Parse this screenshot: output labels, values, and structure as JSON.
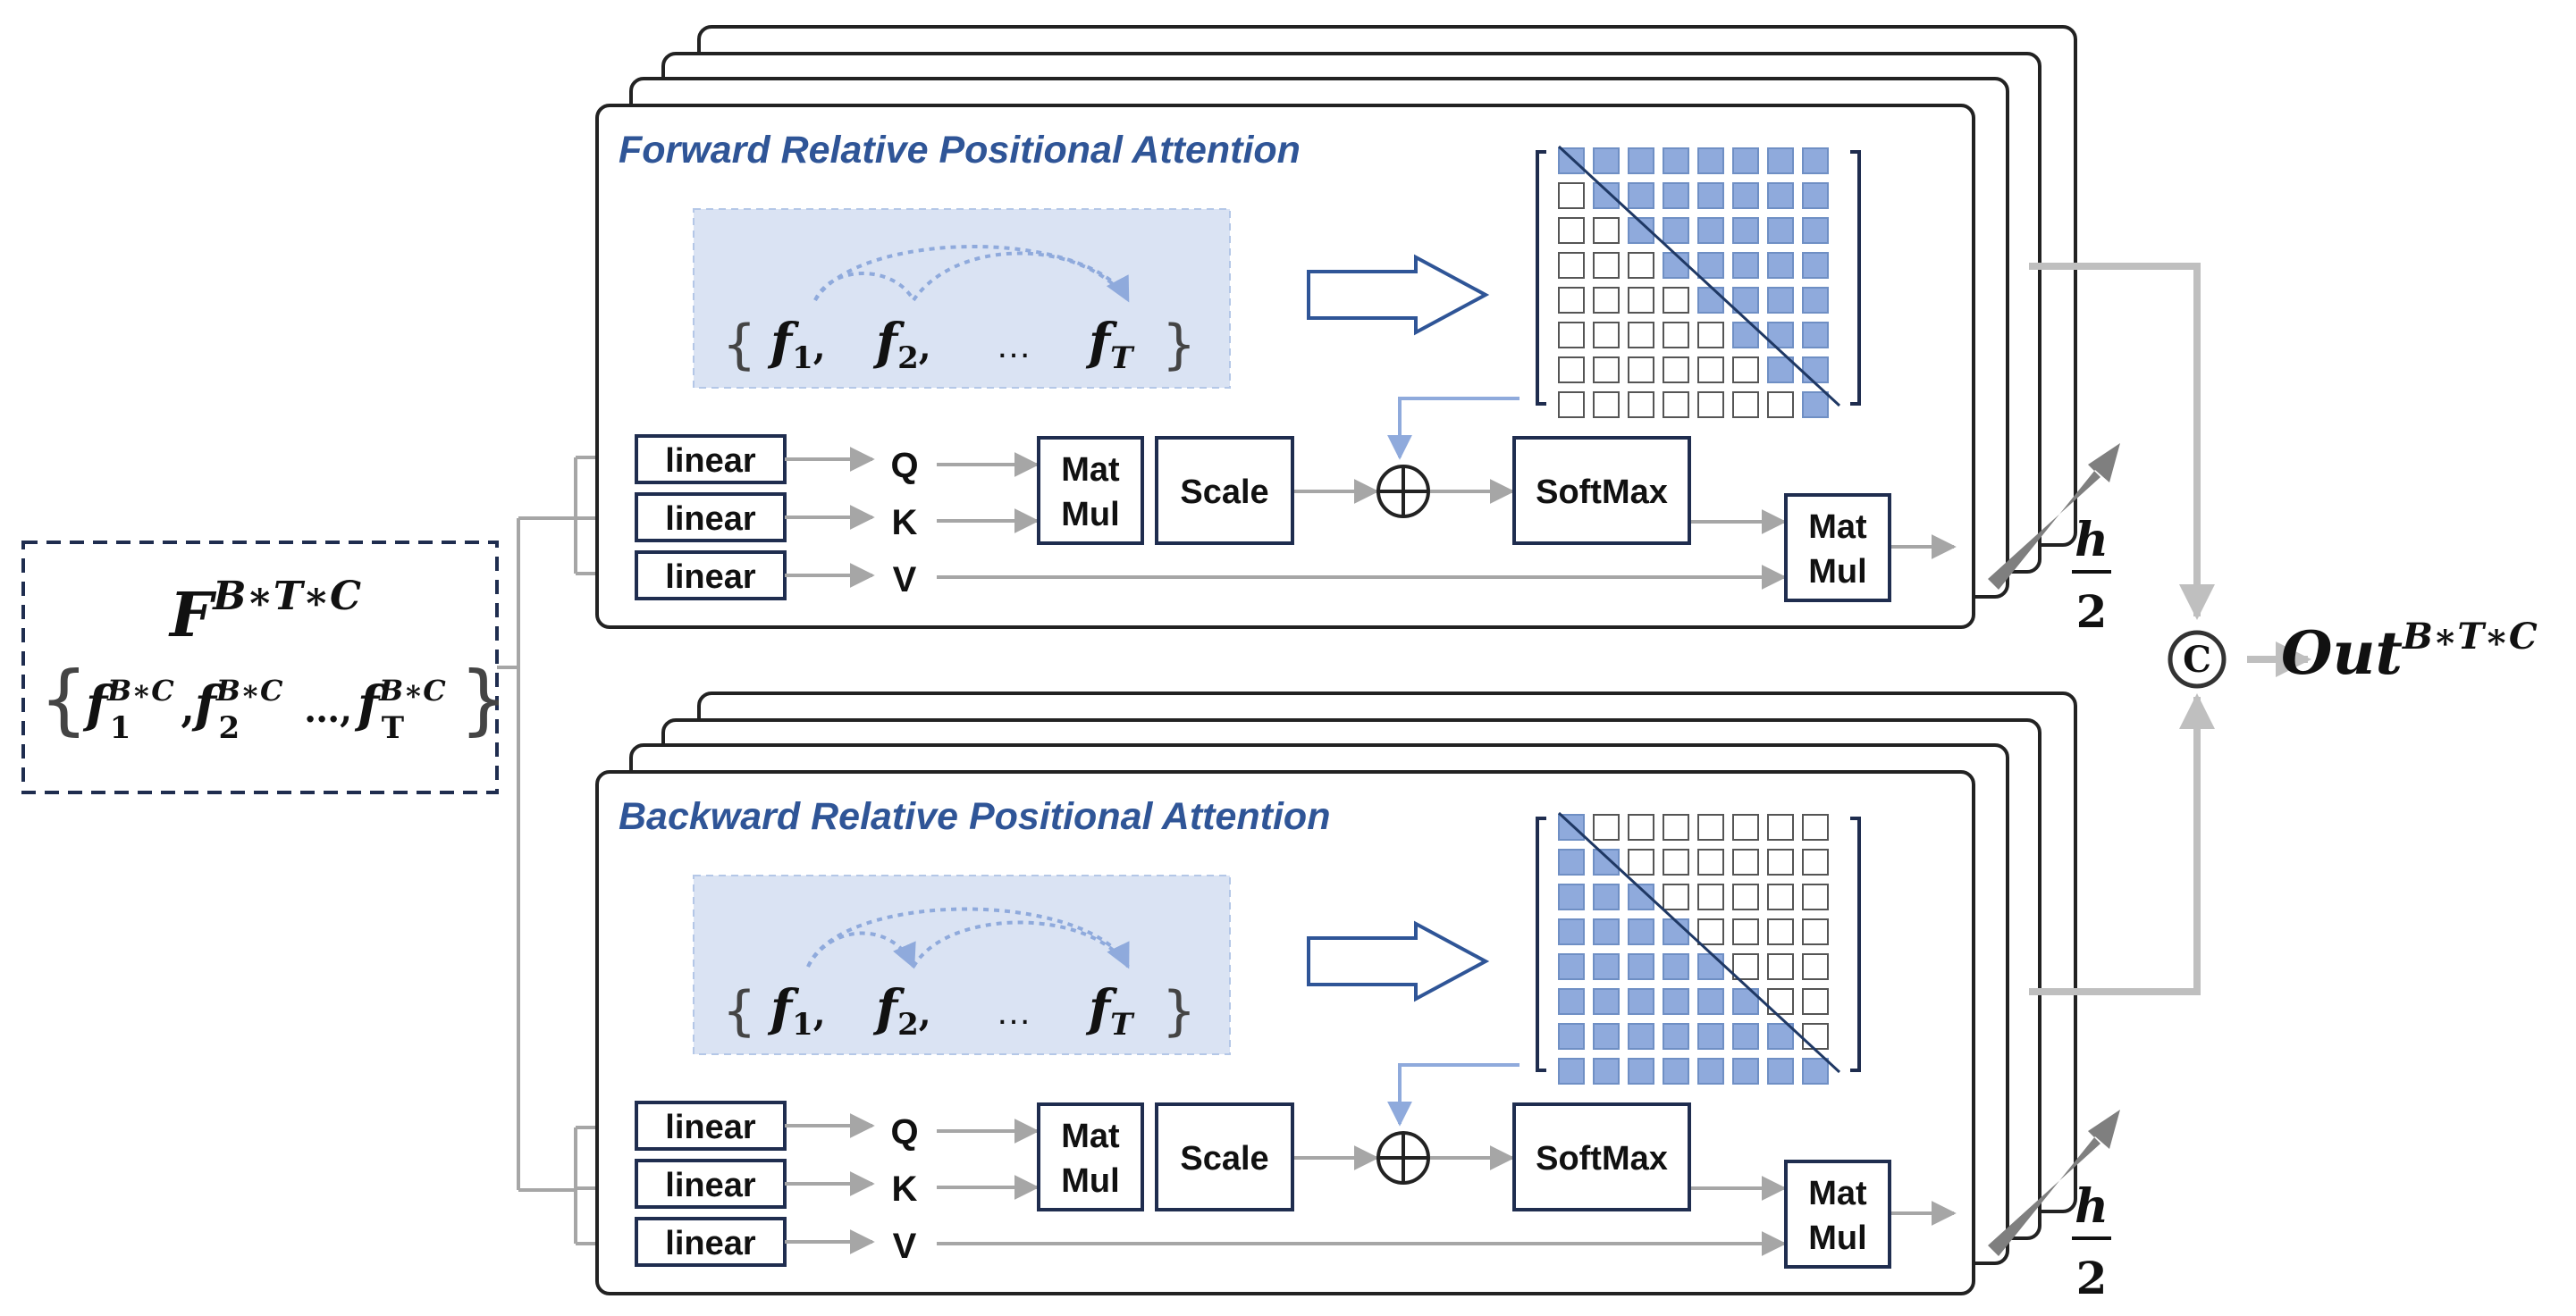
{
  "input": {
    "main_symbol": "F",
    "main_superscript": "B∗T∗C",
    "seq_first": "f",
    "seq_first_sup": "B∗C",
    "seq_first_sub": "1",
    "seq_second": "f",
    "seq_second_sup": "B∗C",
    "seq_second_sub": "2",
    "seq_ellipsis": "…,",
    "seq_last": "f",
    "seq_last_sup": "B∗C",
    "seq_last_sub": "T"
  },
  "blocks": [
    {
      "title": "Forward Relative Positional Attention",
      "sequence": {
        "f1": "f",
        "f1_sub": "1",
        "f2": "f",
        "f2_sub": "2",
        "ellipsis": "…",
        "fT": "f",
        "fT_sub": "T"
      },
      "mask": "upper",
      "linear_labels": [
        "linear",
        "linear",
        "linear"
      ],
      "q": "Q",
      "k": "K",
      "v": "V",
      "matmul1": [
        "Mat",
        "Mul"
      ],
      "scale": "Scale",
      "softmax": "SoftMax",
      "matmul2": [
        "Mat",
        "Mul"
      ],
      "heads_num": "h",
      "heads_den": "2"
    },
    {
      "title": "Backward Relative Positional Attention",
      "sequence": {
        "f1": "f",
        "f1_sub": "1",
        "f2": "f",
        "f2_sub": "2",
        "ellipsis": "…",
        "fT": "f",
        "fT_sub": "T"
      },
      "mask": "lower",
      "linear_labels": [
        "linear",
        "linear",
        "linear"
      ],
      "q": "Q",
      "k": "K",
      "v": "V",
      "matmul1": [
        "Mat",
        "Mul"
      ],
      "scale": "Scale",
      "softmax": "SoftMax",
      "matmul2": [
        "Mat",
        "Mul"
      ],
      "heads_num": "h",
      "heads_den": "2"
    }
  ],
  "concat_symbol": "C",
  "output": {
    "symbol": "Out",
    "superscript": "B∗T∗C"
  },
  "colors": {
    "title_blue": "#2f5597",
    "box_border": "#1f2d4f",
    "mask_fill": "#8faadc",
    "sequence_panel": "#dae3f3",
    "arrow_gray": "#a6a6a6",
    "head_arrow_gray": "#7f7f7f"
  }
}
